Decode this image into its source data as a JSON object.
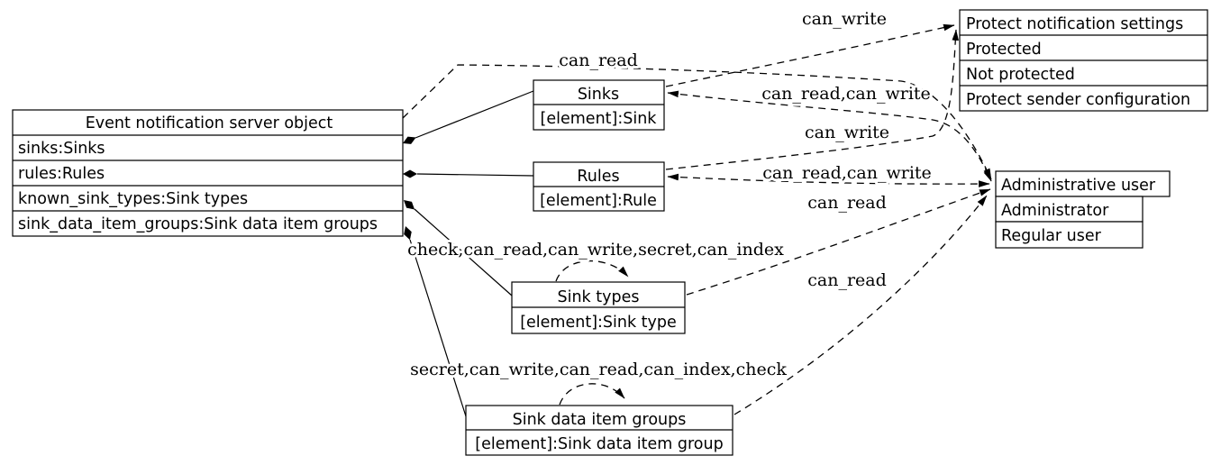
{
  "colors": {
    "line": "#000000",
    "background": "#ffffff"
  },
  "nodes": {
    "server": {
      "header": "Event notification server object",
      "rows": [
        "sinks:Sinks",
        "rules:Rules",
        "known_sink_types:Sink types",
        "sink_data_item_groups:Sink data item groups"
      ]
    },
    "sinks": {
      "header": "Sinks",
      "rows": [
        "[element]:Sink"
      ]
    },
    "rules": {
      "header": "Rules",
      "rows": [
        "[element]:Rule"
      ]
    },
    "sink_types": {
      "header": "Sink types",
      "rows": [
        "[element]:Sink type"
      ]
    },
    "sink_data_item_groups": {
      "header": "Sink data item groups",
      "rows": [
        "[element]:Sink data item group"
      ]
    },
    "protect_notification_settings": {
      "header": "Protect notification settings",
      "rows": [
        "Protected",
        "Not protected",
        "Protect sender configuration"
      ]
    },
    "administrative_user": {
      "header": "Administrative user",
      "rows": [
        "Administrator",
        "Regular user"
      ]
    }
  },
  "edge_labels": {
    "server_admin": "can_read",
    "sinks_protect": "can_write",
    "sinks_admin": "can_read,can_write",
    "rules_protect": "can_write",
    "rules_admin": "can_read,can_write",
    "sink_types_admin": "can_read",
    "sink_data_item_groups_admin": "can_read",
    "sink_types_loop": "check,can_read,can_write,secret,can_index",
    "sink_data_item_groups_loop": "secret,can_write,can_read,can_index,check"
  }
}
